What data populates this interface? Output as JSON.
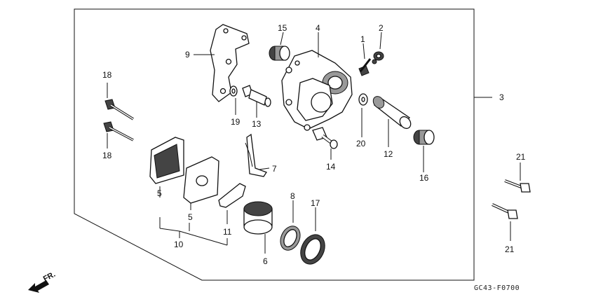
{
  "diagram": {
    "type": "exploded-parts",
    "callouts": [
      {
        "id": "c1",
        "text": "1"
      },
      {
        "id": "c2",
        "text": "2"
      },
      {
        "id": "c3",
        "text": "3"
      },
      {
        "id": "c4",
        "text": "4"
      },
      {
        "id": "c5a",
        "text": "5"
      },
      {
        "id": "c5b",
        "text": "5"
      },
      {
        "id": "c6",
        "text": "6"
      },
      {
        "id": "c7",
        "text": "7"
      },
      {
        "id": "c8",
        "text": "8"
      },
      {
        "id": "c9",
        "text": "9"
      },
      {
        "id": "c10",
        "text": "10"
      },
      {
        "id": "c11",
        "text": "11"
      },
      {
        "id": "c12",
        "text": "12"
      },
      {
        "id": "c13",
        "text": "13"
      },
      {
        "id": "c14",
        "text": "14"
      },
      {
        "id": "c15",
        "text": "15"
      },
      {
        "id": "c16",
        "text": "16"
      },
      {
        "id": "c17",
        "text": "17"
      },
      {
        "id": "c18a",
        "text": "18"
      },
      {
        "id": "c18b",
        "text": "18"
      },
      {
        "id": "c19",
        "text": "19"
      },
      {
        "id": "c20",
        "text": "20"
      },
      {
        "id": "c21a",
        "text": "21"
      },
      {
        "id": "c21b",
        "text": "21"
      }
    ],
    "direction_label": "FR.",
    "drawing_code": "GC43-F0700",
    "icons": [
      "forward-arrow-icon"
    ]
  }
}
